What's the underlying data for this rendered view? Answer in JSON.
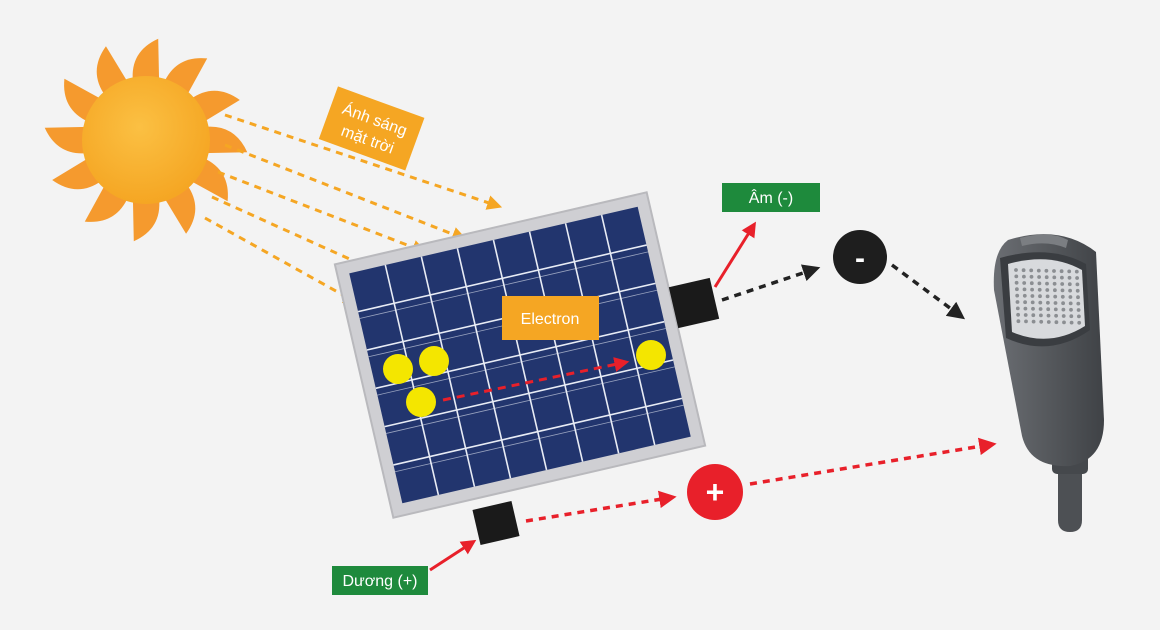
{
  "labels": {
    "sunlight_line1": "Ánh sáng",
    "sunlight_line2": "mặt trời",
    "electron": "Electron",
    "negative": "Âm (-)",
    "positive": "Dương (+)",
    "minus_symbol": "-",
    "plus_symbol": "+"
  },
  "colors": {
    "background": "#f3f3f3",
    "sun": "#f7b033",
    "sun_rays": "#f59a2e",
    "light_arrows": "#f5a623",
    "label_orange": "#f5a623",
    "label_green": "#1e8a3c",
    "panel_cell": "#22356e",
    "panel_frame": "#cfcfd3",
    "electron": "#f4e600",
    "red_arrow": "#e8202a",
    "black_arrow": "#222222",
    "lamp_body": "#5a5d62"
  },
  "icons": [
    "sun-icon",
    "solar-panel",
    "street-light-icon"
  ]
}
